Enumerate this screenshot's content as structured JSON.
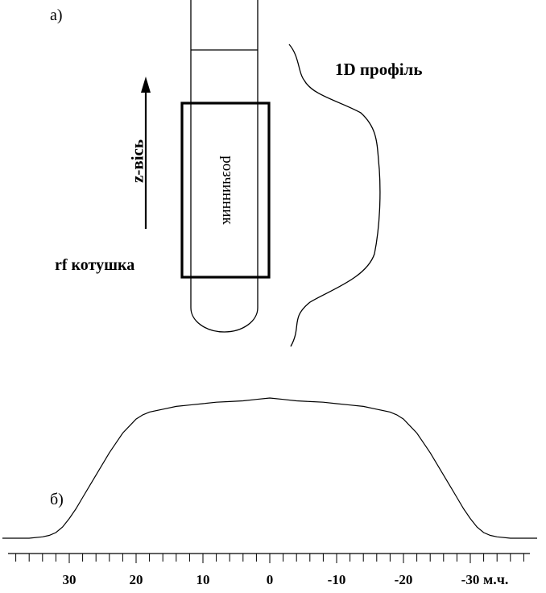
{
  "panel_a": {
    "label": "a)",
    "profile_label": "1D профіль",
    "axis_label": "z-вісь",
    "coil_label": "rf котушка",
    "solvent_label": "розчинник"
  },
  "panel_b": {
    "label": "б)"
  },
  "chart_data": {
    "type": "line",
    "xlabel": "м.ч.",
    "x_ticks": [
      30,
      20,
      10,
      0,
      -10,
      -20,
      -30
    ],
    "x_tick_labels": [
      "30",
      "20",
      "10",
      "0",
      "-10",
      "-20",
      "-30"
    ],
    "xlim": [
      40,
      -40
    ],
    "series": [
      {
        "x": [
          40,
          38,
          36,
          34,
          33,
          32,
          31,
          30,
          29,
          28,
          27,
          26,
          25,
          24,
          23,
          22,
          21,
          20,
          19,
          18,
          16,
          14,
          12,
          10,
          8,
          6,
          4,
          2,
          0,
          -2,
          -4,
          -6,
          -8,
          -10,
          -12,
          -14,
          -16,
          -18,
          -19,
          -20,
          -21,
          -22,
          -23,
          -24,
          -25,
          -26,
          -27,
          -28,
          -29,
          -30,
          -31,
          -32,
          -33,
          -34,
          -36,
          -38,
          -40
        ],
        "y": [
          0.0,
          0.0,
          0.0,
          0.01,
          0.02,
          0.04,
          0.08,
          0.14,
          0.21,
          0.29,
          0.37,
          0.45,
          0.53,
          0.61,
          0.68,
          0.75,
          0.8,
          0.85,
          0.88,
          0.9,
          0.92,
          0.94,
          0.95,
          0.96,
          0.97,
          0.975,
          0.98,
          0.99,
          1.0,
          0.99,
          0.98,
          0.975,
          0.97,
          0.96,
          0.95,
          0.94,
          0.92,
          0.9,
          0.88,
          0.85,
          0.8,
          0.75,
          0.68,
          0.61,
          0.53,
          0.45,
          0.37,
          0.29,
          0.21,
          0.14,
          0.08,
          0.04,
          0.02,
          0.01,
          0.0,
          0.0,
          0.0
        ]
      }
    ]
  }
}
